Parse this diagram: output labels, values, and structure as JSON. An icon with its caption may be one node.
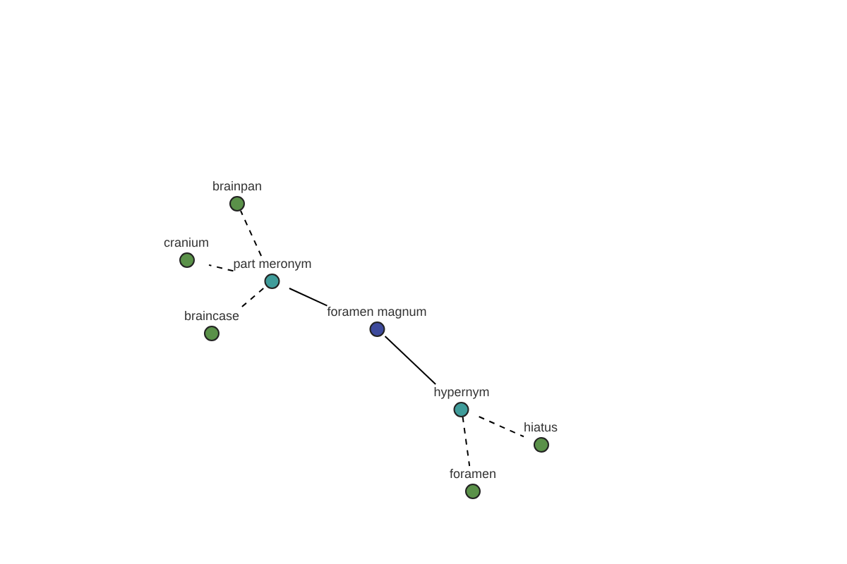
{
  "diagram": {
    "nodes": [
      {
        "text": [
          "brainpan"
        ]
      },
      {
        "text": [
          "cranium"
        ]
      },
      {
        "text": [
          "part meronym"
        ]
      },
      {
        "text": [
          "braincase"
        ]
      },
      {
        "text": [
          "foramen magnum"
        ]
      },
      {
        "text": [
          "hypernym"
        ]
      },
      {
        "text": [
          "hiatus"
        ]
      },
      {
        "text": [
          "foramen"
        ]
      }
    ],
    "edges": [
      {
        "from": 2,
        "to": 0,
        "arrow": "none",
        "style": "dashed"
      },
      {
        "from": 2,
        "to": 1,
        "arrow": "none",
        "style": "dashed"
      },
      {
        "from": 2,
        "to": 3,
        "arrow": "none",
        "style": "dashed"
      },
      {
        "from": 4,
        "to": 2,
        "arrow": "none"
      },
      {
        "from": 4,
        "to": 5,
        "arrow": "none"
      },
      {
        "from": 5,
        "to": 6,
        "arrow": "none",
        "style": "dashed"
      },
      {
        "from": 5,
        "to": 7,
        "arrow": "none",
        "style": "dashed"
      }
    ]
  }
}
